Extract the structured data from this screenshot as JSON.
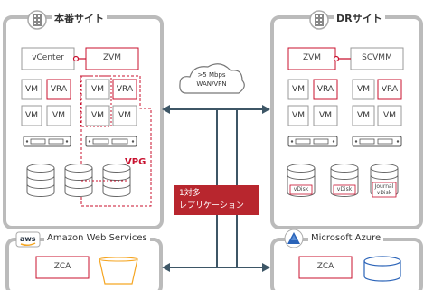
{
  "sites": {
    "primary": {
      "title": "本番サイト",
      "vcenter": "vCenter",
      "zvm": "ZVM",
      "vm": "VM",
      "vra": "VRA",
      "vpg": "VPG"
    },
    "dr": {
      "title": "DRサイト",
      "zvm": "ZVM",
      "scvmm": "SCVMM",
      "vm": "VM",
      "vra": "VRA",
      "vdisk": "vDisk",
      "journal_line1": "Journal",
      "journal_line2": "vDisk"
    }
  },
  "cloud": {
    "line1": ">5 Mbps",
    "line2": "WAN/VPN"
  },
  "replication": {
    "line1": "1対多",
    "line2": "レプリケーション"
  },
  "clouds": {
    "aws": {
      "logo": "aws",
      "title": "Amazon Web Services",
      "zca": "ZCA"
    },
    "azure": {
      "title": "Microsoft Azure",
      "zca": "ZCA"
    }
  },
  "colors": {
    "accent": "#c8102e",
    "panel_border": "#bbbbbb",
    "arrow": "#3d5666",
    "box_border": "#999999",
    "azure_blue": "#2a63b8",
    "aws_orange": "#f5a623"
  },
  "icons": [
    "building-icon",
    "cloud-icon",
    "server-icon",
    "database-icon",
    "disk-icon",
    "bucket-icon",
    "azure-logo-icon",
    "aws-logo-icon"
  ]
}
